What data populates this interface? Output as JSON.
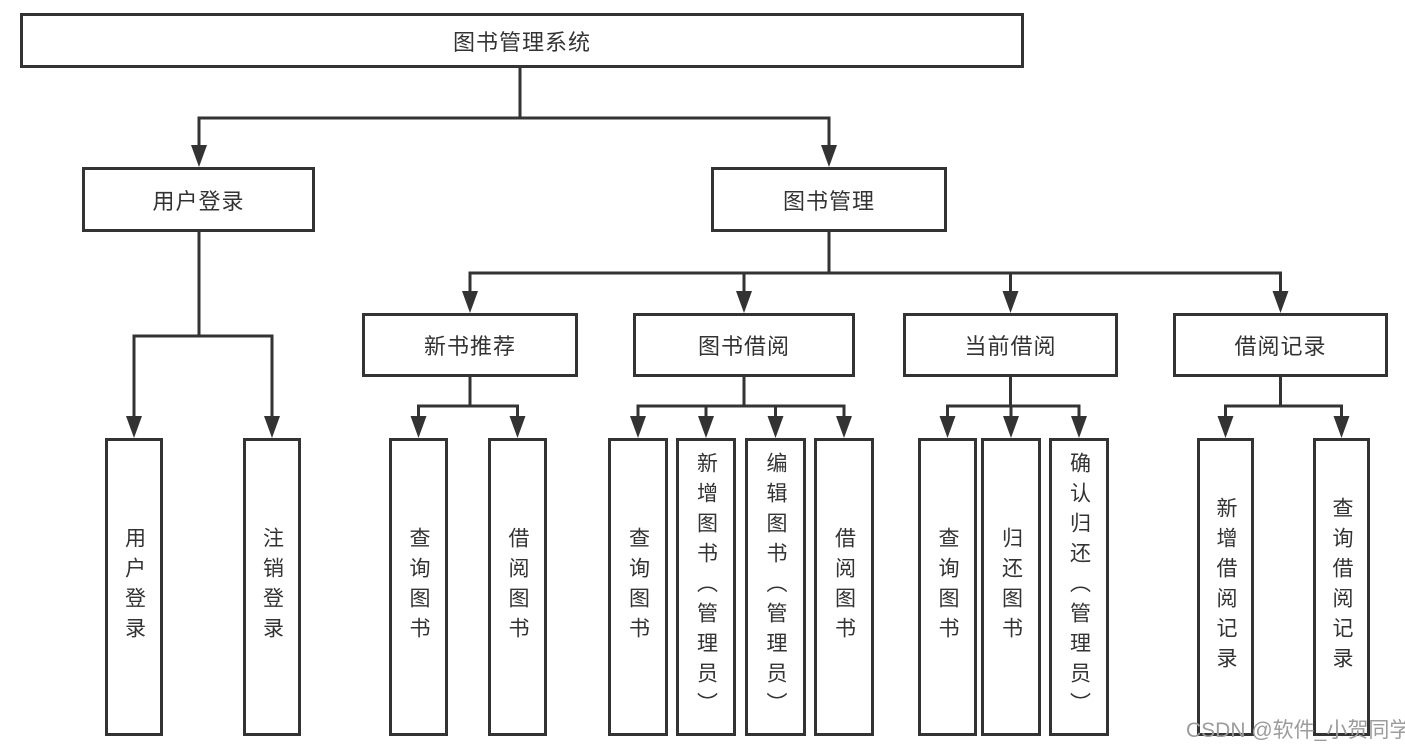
{
  "tree": {
    "label": "图书管理系统",
    "children": [
      {
        "label": "用户登录",
        "children": [
          {
            "label": "用户登录"
          },
          {
            "label": "注销登录"
          }
        ]
      },
      {
        "label": "图书管理",
        "children": [
          {
            "label": "新书推荐",
            "children": [
              {
                "label": "查询图书"
              },
              {
                "label": "借阅图书"
              }
            ]
          },
          {
            "label": "图书借阅",
            "children": [
              {
                "label": "查询图书"
              },
              {
                "label": "新增图书（管理员）"
              },
              {
                "label": "编辑图书（管理员）"
              },
              {
                "label": "借阅图书"
              }
            ]
          },
          {
            "label": "当前借阅",
            "children": [
              {
                "label": "查询图书"
              },
              {
                "label": "归还图书"
              },
              {
                "label": "确认归还（管理员）"
              }
            ]
          },
          {
            "label": "借阅记录",
            "children": [
              {
                "label": "新增借阅记录"
              },
              {
                "label": "查询借阅记录"
              }
            ]
          }
        ]
      }
    ]
  },
  "watermark": "CSDN @软件_小贺同学",
  "colors": {
    "line": "#333333",
    "box_border": "#333333",
    "text": "#333333",
    "watermark": "#9c9c9c",
    "background": "#ffffff"
  }
}
